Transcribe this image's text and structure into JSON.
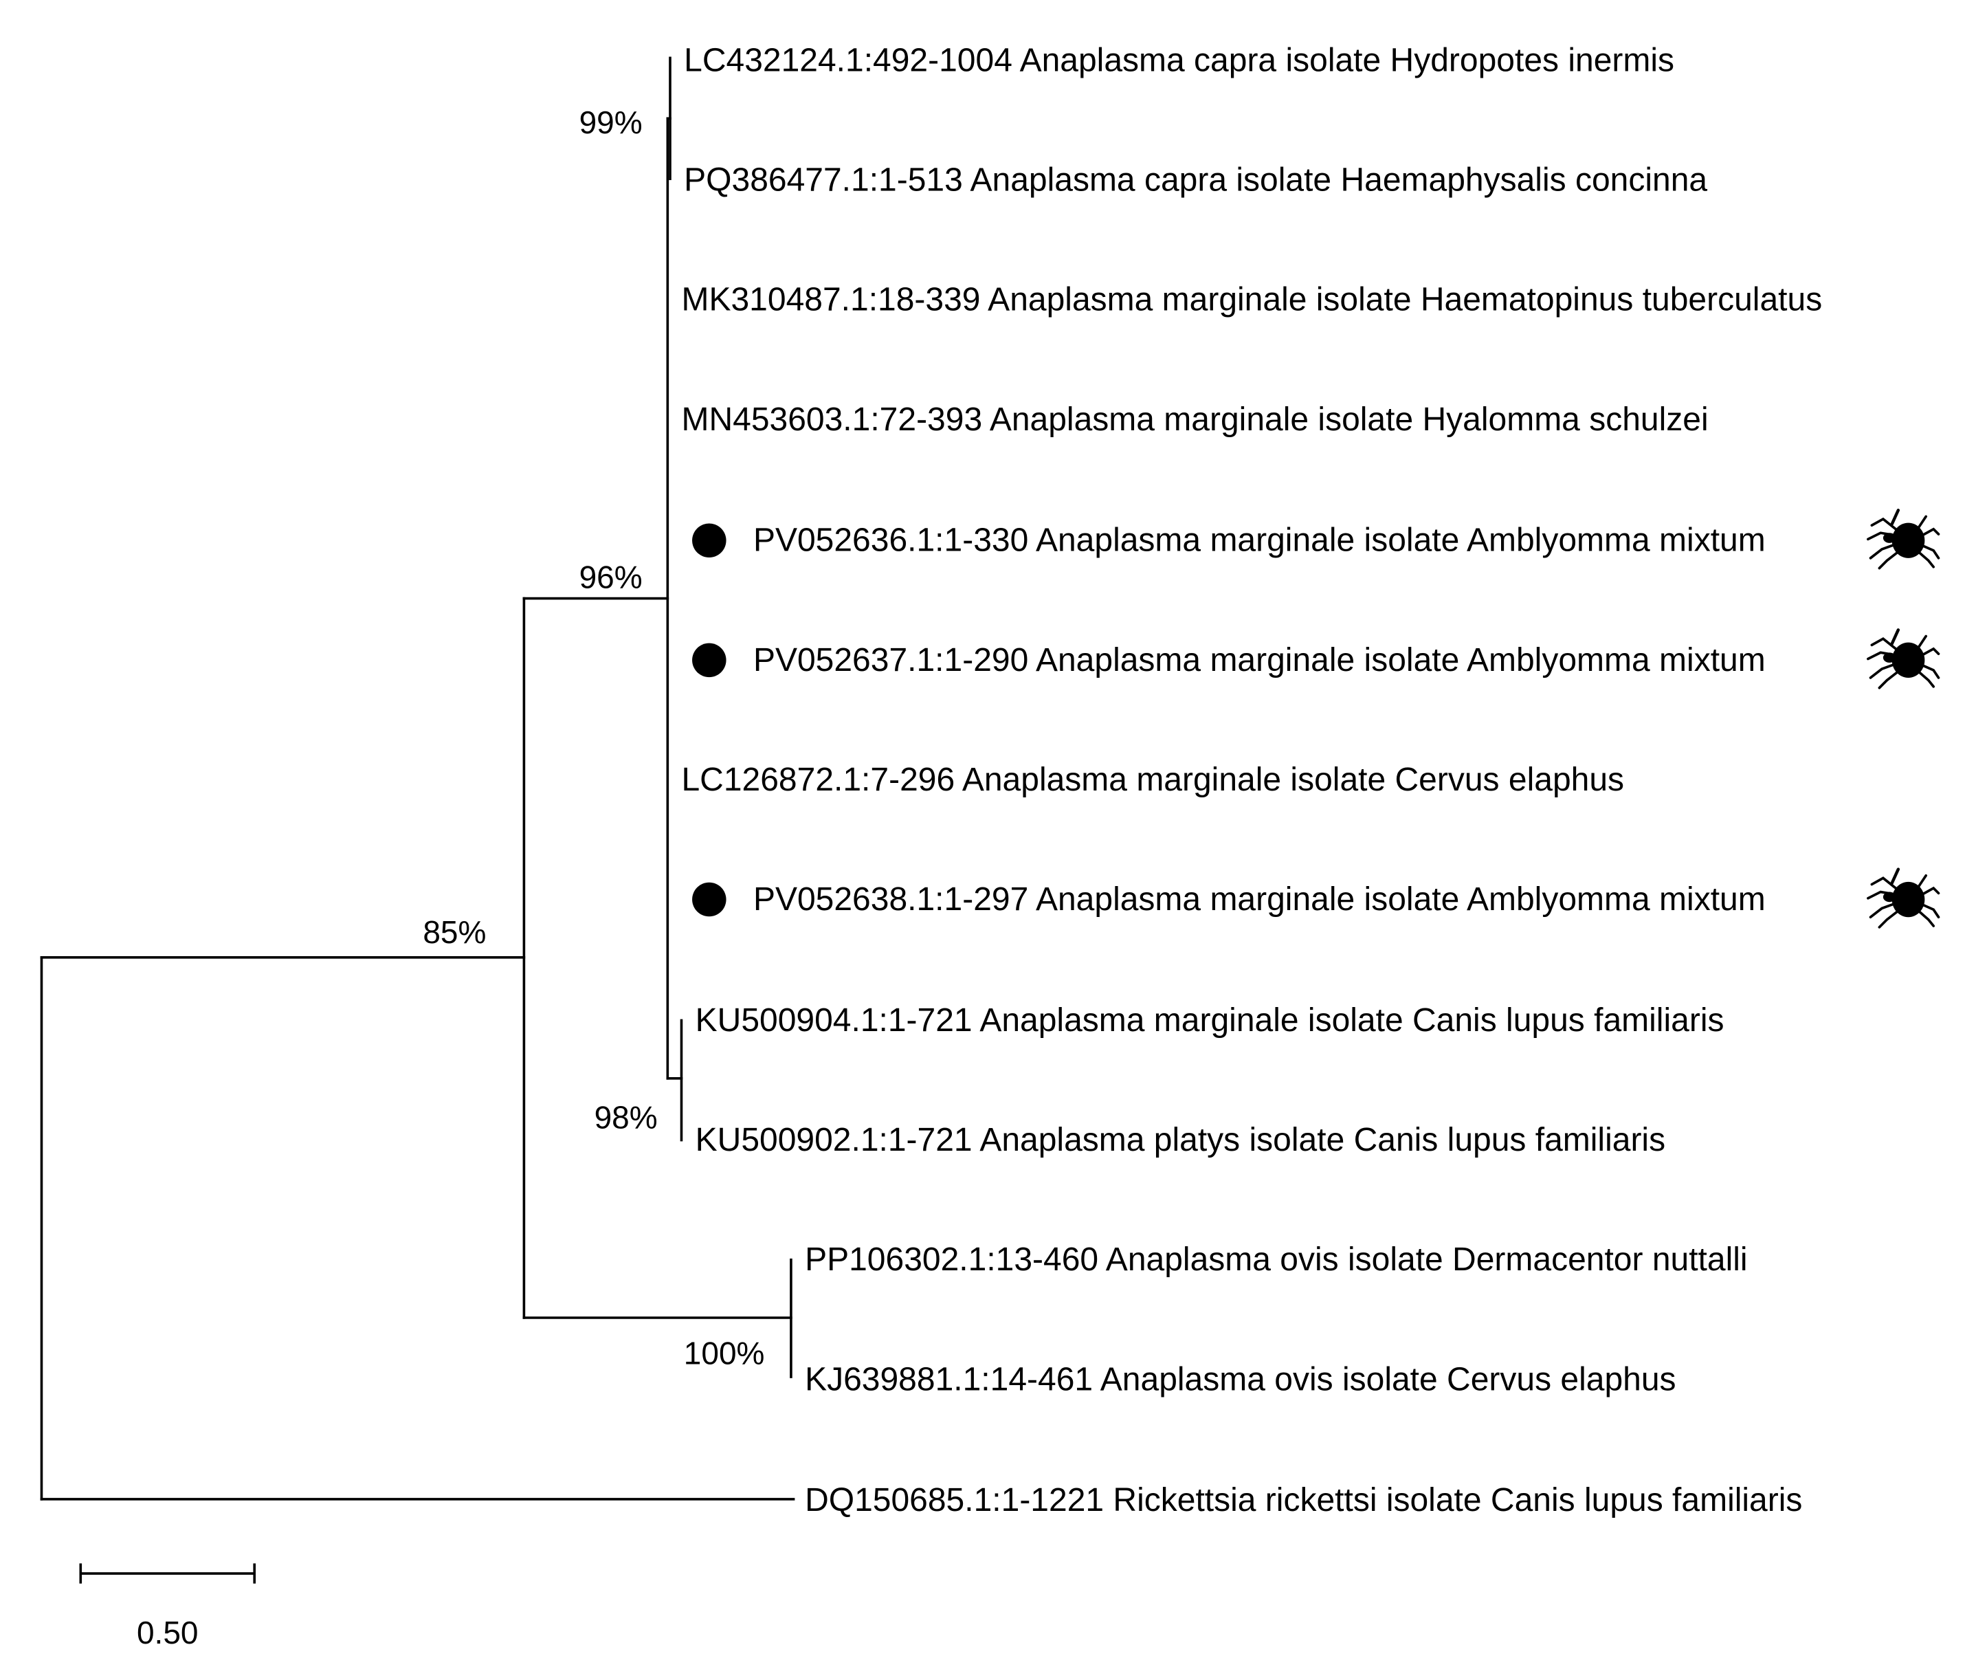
{
  "colors": {
    "ink": "#000000",
    "background": "#ffffff"
  },
  "leaves": [
    {
      "label": "LC432124.1:492-1004 Anaplasma capra isolate Hydropotes inermis",
      "marked": false,
      "tick_icon": false
    },
    {
      "label": "PQ386477.1:1-513 Anaplasma capra isolate Haemaphysalis concinna",
      "marked": false,
      "tick_icon": false
    },
    {
      "label": "MK310487.1:18-339 Anaplasma marginale isolate Haematopinus tuberculatus",
      "marked": false,
      "tick_icon": false
    },
    {
      "label": "MN453603.1:72-393 Anaplasma marginale isolate Hyalomma schulzei",
      "marked": false,
      "tick_icon": false
    },
    {
      "label": "PV052636.1:1-330 Anaplasma marginale isolate Amblyomma mixtum",
      "marked": true,
      "tick_icon": true
    },
    {
      "label": "PV052637.1:1-290 Anaplasma marginale isolate Amblyomma mixtum",
      "marked": true,
      "tick_icon": true
    },
    {
      "label": "LC126872.1:7-296 Anaplasma marginale isolate Cervus elaphus",
      "marked": false,
      "tick_icon": false
    },
    {
      "label": "PV052638.1:1-297 Anaplasma marginale isolate Amblyomma mixtum",
      "marked": true,
      "tick_icon": true
    },
    {
      "label": "KU500904.1:1-721 Anaplasma marginale isolate Canis lupus familiaris",
      "marked": false,
      "tick_icon": false
    },
    {
      "label": "KU500902.1:1-721 Anaplasma platys isolate Canis lupus familiaris",
      "marked": false,
      "tick_icon": false
    },
    {
      "label": "PP106302.1:13-460 Anaplasma ovis isolate Dermacentor nuttalli",
      "marked": false,
      "tick_icon": false
    },
    {
      "label": "KJ639881.1:14-461 Anaplasma ovis isolate Cervus elaphus",
      "marked": false,
      "tick_icon": false
    },
    {
      "label": "DQ150685.1:1-1221 Rickettsia rickettsi isolate Canis lupus familiaris",
      "marked": false,
      "tick_icon": false
    }
  ],
  "support_values": {
    "root": "85%",
    "anaplasma_clade": "96%",
    "capra_pair": "99%",
    "canis_pair": "98%",
    "ovis_pair": "100%"
  },
  "scale_bar": {
    "label": "0.50",
    "value": 0.5
  },
  "icons": {
    "marker": "filled-circle-icon",
    "tick": "tick-silhouette-icon"
  }
}
